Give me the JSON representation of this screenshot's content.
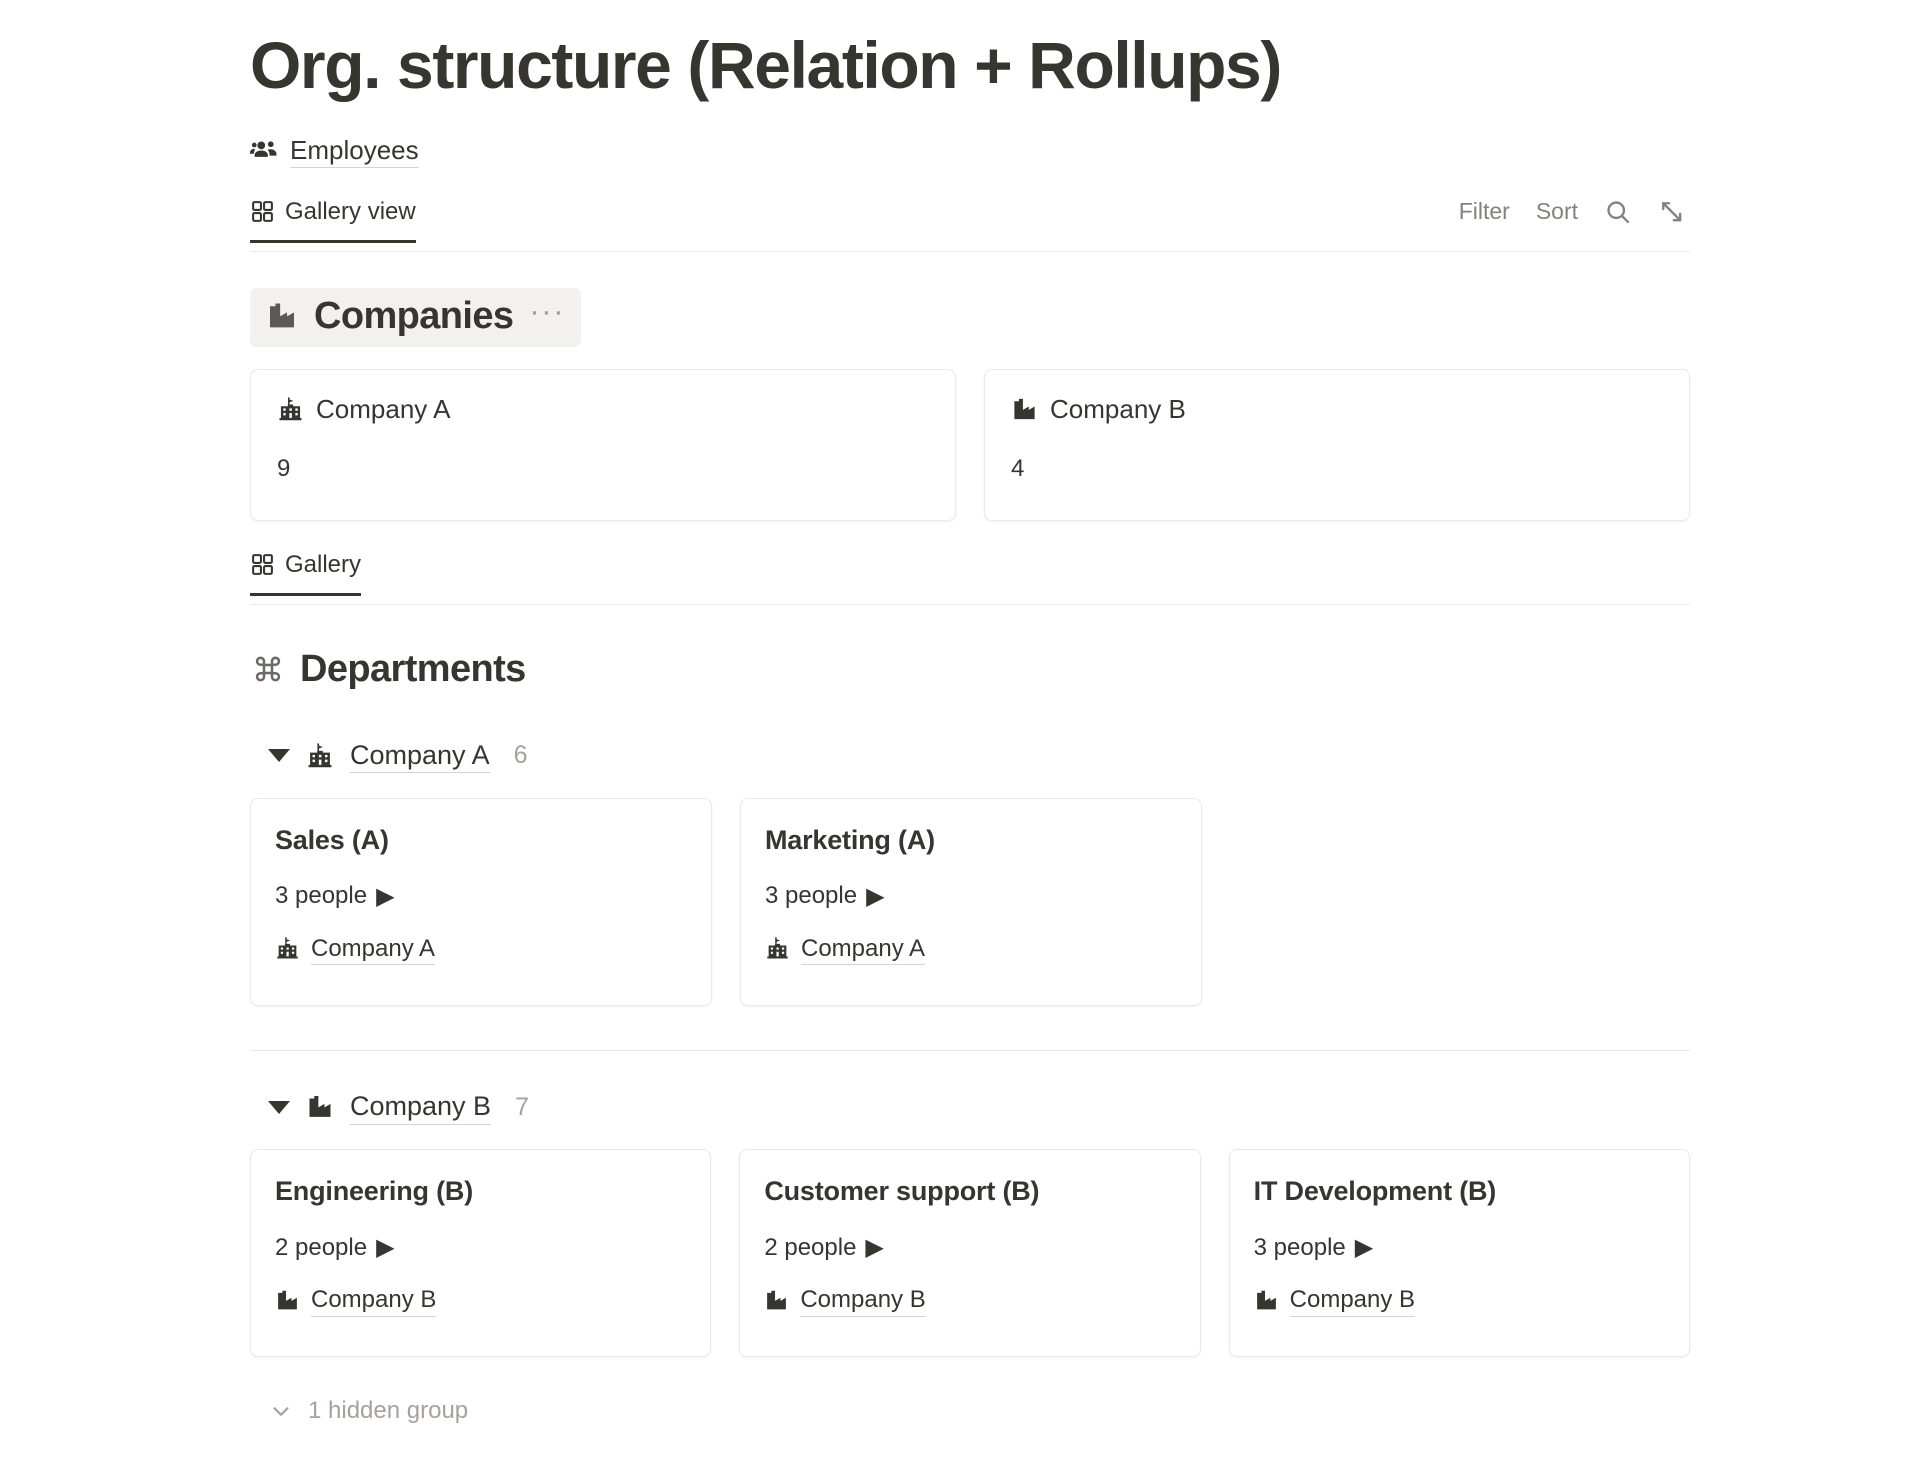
{
  "page": {
    "title": "Org. structure (Relation + Rollups)",
    "breadcrumb": {
      "icon": "people-group-icon",
      "label": "Employees"
    }
  },
  "toolbar": {
    "tabs": [
      {
        "label": "Gallery view",
        "icon": "grid-view-icon",
        "active": true
      }
    ],
    "actions": {
      "filter_label": "Filter",
      "sort_label": "Sort",
      "search_icon": "search-icon",
      "expand_icon": "expand-diagonal-icon"
    }
  },
  "companies_section": {
    "icon": "factory-icon",
    "title": "Companies",
    "menu_label": "···",
    "cards": [
      {
        "icon": "school-building-icon",
        "title": "Company A",
        "value": "9"
      },
      {
        "icon": "factory-icon",
        "title": "Company B",
        "value": "4"
      }
    ]
  },
  "departments_section": {
    "tab": {
      "label": "Gallery",
      "icon": "grid-view-icon",
      "active": true
    },
    "icon": "command-loop-icon",
    "title": "Departments",
    "groups": [
      {
        "icon": "school-building-icon",
        "name": "Company A",
        "count": "6",
        "cards": [
          {
            "title": "Sales (A)",
            "people": "3 people",
            "people_arrow": "▶",
            "relation_icon": "school-building-icon",
            "relation": "Company A"
          },
          {
            "title": "Marketing (A)",
            "people": "3 people",
            "people_arrow": "▶",
            "relation_icon": "school-building-icon",
            "relation": "Company A"
          }
        ]
      },
      {
        "icon": "factory-icon",
        "name": "Company B",
        "count": "7",
        "cards": [
          {
            "title": "Engineering (B)",
            "people": "2 people",
            "people_arrow": "▶",
            "relation_icon": "factory-icon",
            "relation": "Company B"
          },
          {
            "title": "Customer support (B)",
            "people": "2 people",
            "people_arrow": "▶",
            "relation_icon": "factory-icon",
            "relation": "Company B"
          },
          {
            "title": "IT Development (B)",
            "people": "3 people",
            "people_arrow": "▶",
            "relation_icon": "factory-icon",
            "relation": "Company B"
          }
        ]
      }
    ],
    "hidden_group_label": "1 hidden group",
    "hidden_group_icon": "chevron-down-icon"
  },
  "colors": {
    "text": "#37352f",
    "muted": "#a6a29b",
    "border": "#ebe9e6",
    "head_bg": "#f2f1ef"
  }
}
